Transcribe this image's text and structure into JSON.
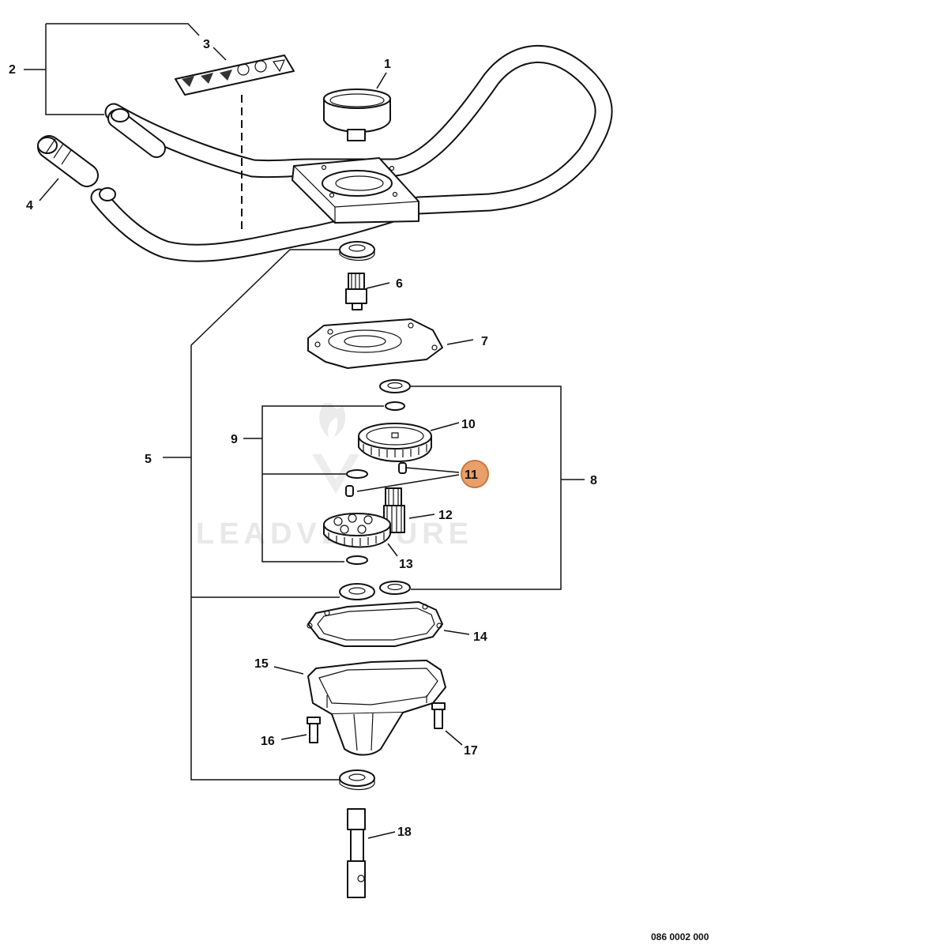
{
  "document_code": "086 0002 000",
  "watermark_text": "LEADVENTURE",
  "highlight": {
    "label": "11",
    "color": "#e8a06a",
    "stroke": "#c8773e"
  },
  "labels": {
    "p1": "1",
    "p2": "2",
    "p3": "3",
    "p4": "4",
    "p5": "5",
    "p6": "6",
    "p7": "7",
    "p8": "8",
    "p9": "9",
    "p10": "10",
    "p11": "11",
    "p12": "12",
    "p13": "13",
    "p14": "14",
    "p15": "15",
    "p16": "16",
    "p17": "17",
    "p18": "18"
  }
}
